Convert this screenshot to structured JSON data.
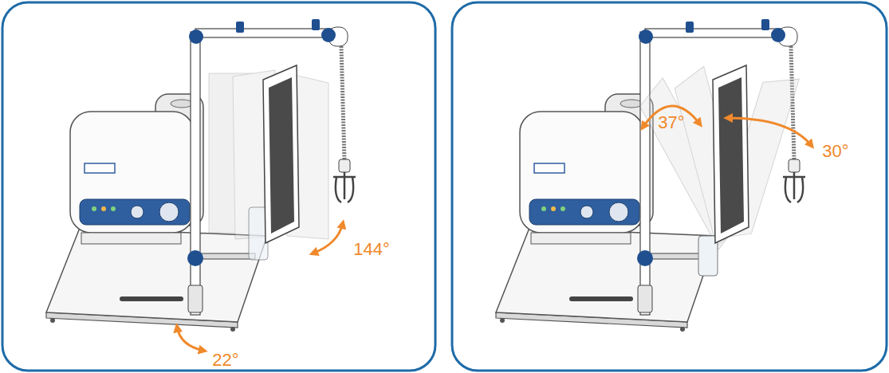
{
  "diagram": {
    "labels": [
      "22°",
      "144°",
      "37°",
      "30°"
    ]
  }
}
